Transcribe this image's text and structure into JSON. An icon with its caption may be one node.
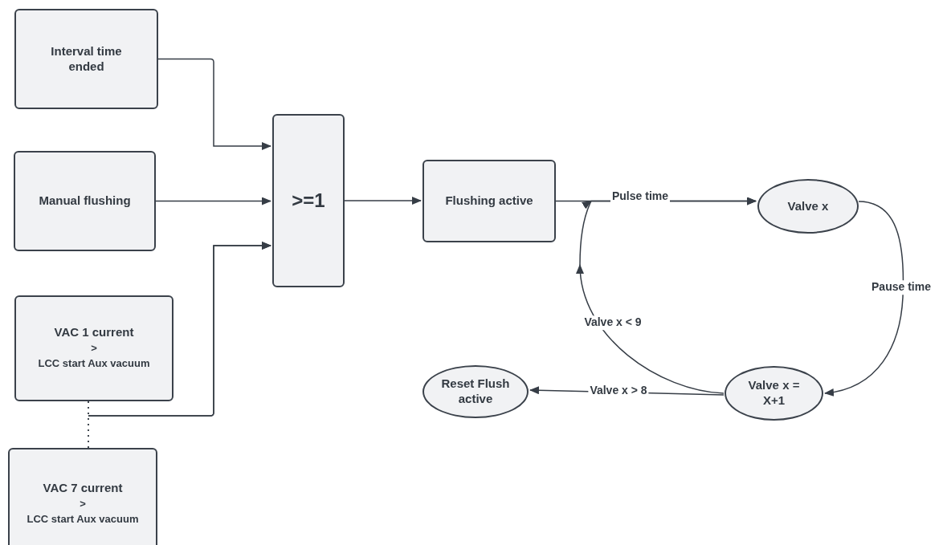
{
  "diagram": {
    "nodes": [
      {
        "text": [
          "Interval time ended"
        ]
      },
      {
        "text": [
          "Manual flushing"
        ]
      },
      {
        "text": [
          "VAC 1 current",
          ">",
          "LCC start Aux vacuum"
        ]
      },
      {
        "text": [
          "VAC 7 current",
          ">",
          "LCC start Aux vacuum"
        ]
      },
      {
        "text": [
          ">=1"
        ]
      },
      {
        "text": [
          "Flushing active"
        ]
      },
      {
        "text": [
          "Valve x"
        ]
      },
      {
        "text": [
          "Valve x = X+1"
        ]
      },
      {
        "text": [
          "Reset Flush active"
        ]
      }
    ],
    "edges": [
      {
        "from": 0,
        "to": 4,
        "arrow": "to"
      },
      {
        "from": 1,
        "to": 4,
        "arrow": "to"
      },
      {
        "from": 2,
        "to": 3,
        "arrow": "none",
        "style": "dashed"
      },
      {
        "from": 2,
        "to": 4,
        "arrow": "to"
      },
      {
        "from": 3,
        "to": 4,
        "arrow": "to"
      },
      {
        "from": 4,
        "to": 5,
        "arrow": "to"
      },
      {
        "from": 5,
        "to": 6,
        "arrow": "to",
        "label": "Pulse time"
      },
      {
        "from": 6,
        "to": 7,
        "arrow": "to",
        "label": "Pause time"
      },
      {
        "from": 7,
        "to": 6,
        "arrow": "to",
        "label": "Valve x < 9"
      },
      {
        "from": 7,
        "to": 8,
        "arrow": "to",
        "label": "Valve x > 8"
      }
    ]
  }
}
